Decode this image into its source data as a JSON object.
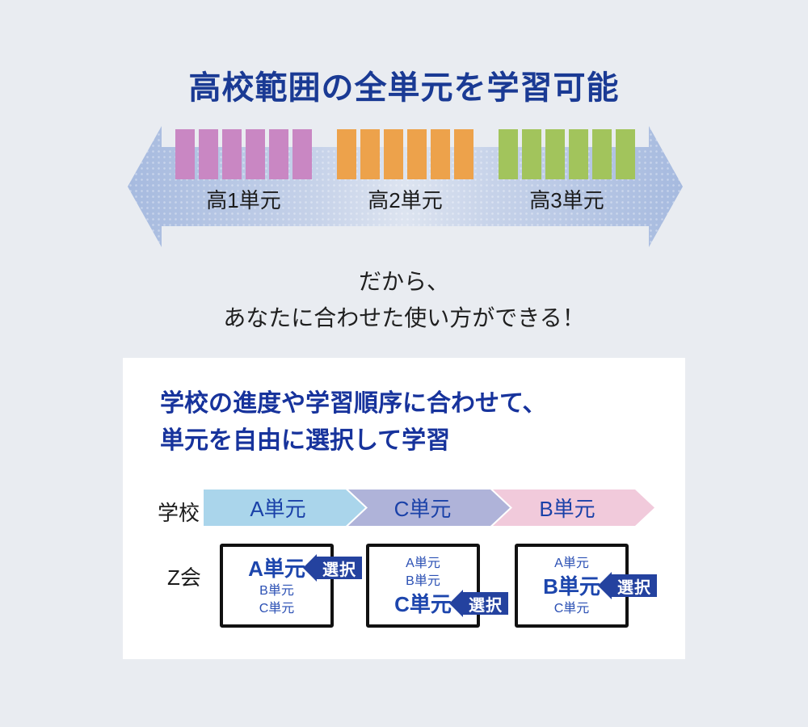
{
  "colors": {
    "page_bg": "#e9ecf1",
    "title_blue": "#1a3a94",
    "arrow_blue": "#b6c6e5",
    "bar_pink": "#c987c3",
    "bar_orange": "#eda24b",
    "bar_green": "#a2c45c",
    "chevron_blue": "#aad5eb",
    "chevron_lavender": "#afb3d9",
    "chevron_pink": "#f1cadb",
    "badge_navy": "#24429f",
    "panel_bg": "#ffffff"
  },
  "header": {
    "title": "高校範囲の全単元を学習可能"
  },
  "timeline": {
    "groups": [
      {
        "label": "高1単元",
        "color": "#c987c3",
        "bars": 6
      },
      {
        "label": "高2単元",
        "color": "#eda24b",
        "bars": 6
      },
      {
        "label": "高3単元",
        "color": "#a2c45c",
        "bars": 6
      }
    ]
  },
  "lead": {
    "line1": "だから、",
    "line2": "あなたに合わせた使い方ができる！"
  },
  "panel": {
    "title_line1": "学校の進度や学習順序に合わせて、",
    "title_line2": "単元を自由に選択して学習",
    "school": {
      "label": "学校",
      "chevrons": [
        {
          "label": "A単元",
          "color": "#aad5eb"
        },
        {
          "label": "C単元",
          "color": "#afb3d9"
        },
        {
          "label": "B単元",
          "color": "#f1cadb"
        }
      ]
    },
    "zkai": {
      "label": "Z会",
      "badge_label": "選択",
      "boxes": [
        {
          "items": [
            "A単元",
            "B単元",
            "C単元"
          ],
          "selected_index": 0
        },
        {
          "items": [
            "A単元",
            "B単元",
            "C単元"
          ],
          "selected_index": 2
        },
        {
          "items": [
            "A単元",
            "B単元",
            "C単元"
          ],
          "selected_index": 1
        }
      ]
    }
  }
}
